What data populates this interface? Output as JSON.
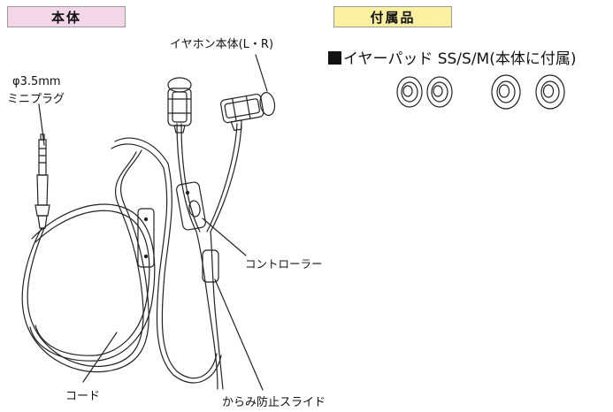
{
  "sections": {
    "main_unit": "本体",
    "accessories": "付属品"
  },
  "labels": {
    "earphone_body": "イヤホン本体(L・R)",
    "plug_line1": "φ3.5mm",
    "plug_line2": "ミニプラグ",
    "controller": "コントローラー",
    "cord": "コード",
    "slider": "からみ防止スライド"
  },
  "accessories": {
    "ear_pads": "イヤーパッド SS/S/M(本体に付属)"
  }
}
